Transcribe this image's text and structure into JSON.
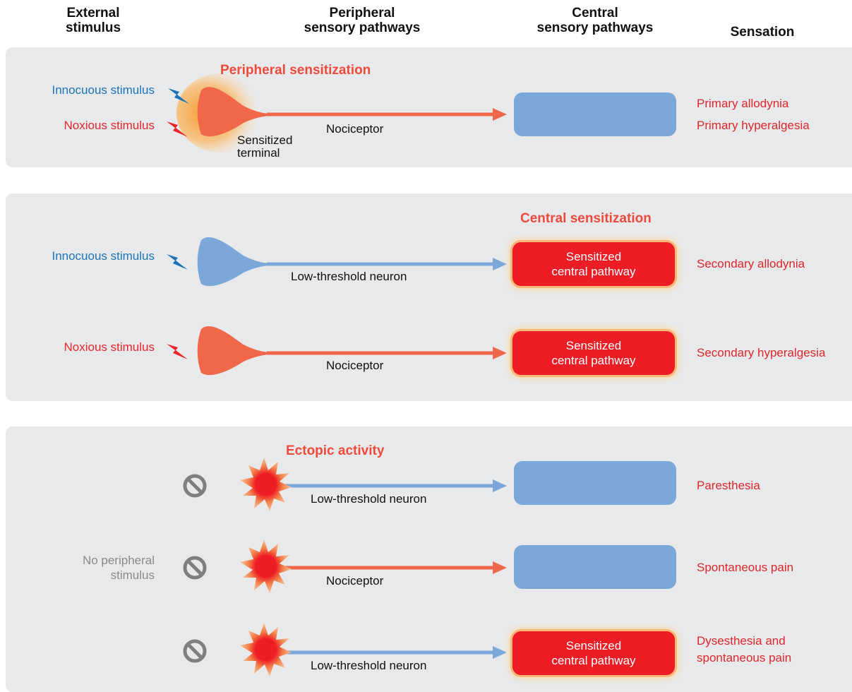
{
  "headers": {
    "external_stimulus": "External\nstimulus",
    "peripheral": "Peripheral\nsensory pathways",
    "central": "Central\nsensory pathways",
    "sensation": "Sensation"
  },
  "panel1": {
    "title": "Peripheral sensitization",
    "innocuous": "Innocuous stimulus",
    "noxious": "Noxious stimulus",
    "fiber_label": "Nociceptor",
    "terminal_label": "Sensitized\nterminal",
    "sensations": [
      "Primary allodynia",
      "Primary hyperalgesia"
    ]
  },
  "panel2": {
    "title": "Central sensitization",
    "row1": {
      "stimulus": "Innocuous stimulus",
      "fiber_label": "Low-threshold neuron",
      "box": "Sensitized\ncentral pathway",
      "sensation": "Secondary allodynia"
    },
    "row2": {
      "stimulus": "Noxious stimulus",
      "fiber_label": "Nociceptor",
      "box": "Sensitized\ncentral pathway",
      "sensation": "Secondary hyperalgesia"
    }
  },
  "panel3": {
    "title": "Ectopic activity",
    "no_stimulus": "No peripheral\nstimulus",
    "row1": {
      "fiber_label": "Low-threshold neuron",
      "sensation": "Paresthesia"
    },
    "row2": {
      "fiber_label": "Nociceptor",
      "sensation": "Spontaneous pain"
    },
    "row3": {
      "fiber_label": "Low-threshold neuron",
      "box": "Sensitized\ncentral pathway",
      "sensation": "Dysesthesia and\nspontaneous pain"
    }
  },
  "colors": {
    "panel_bg": "#e8e9ea",
    "nociceptor": "#f0674a",
    "low_threshold": "#7ba7d9",
    "sensitized_box": "#ee1c24",
    "sensation_text": "#e1262b",
    "innocuous_text": "#1c74b8",
    "prohibited_icon": "#7f7f7f"
  },
  "icons": [
    "lightning-bolt-icon",
    "prohibited-icon",
    "starburst-icon"
  ]
}
